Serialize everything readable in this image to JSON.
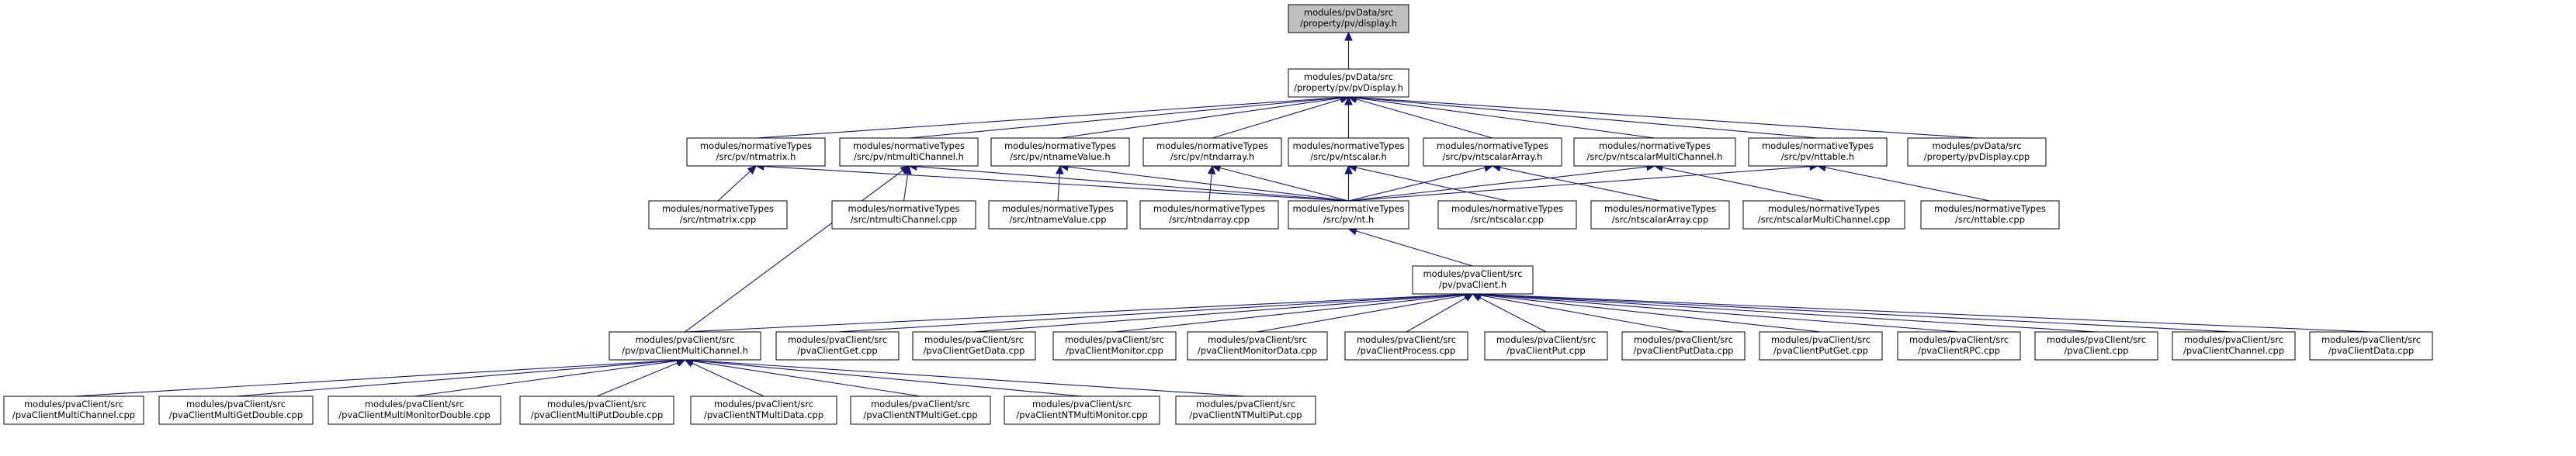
{
  "colors": {
    "node_fill": "#ffffff",
    "node_border": "#000000",
    "root_fill": "#bfbfbf",
    "edge": "#191970"
  },
  "nodes": {
    "display_h": {
      "line1": "modules/pvData/src",
      "line2": "/property/pv/display.h"
    },
    "pvDisplay_h": {
      "line1": "modules/pvData/src",
      "line2": "/property/pv/pvDisplay.h"
    },
    "ntmatrix_h": {
      "line1": "modules/normativeTypes",
      "line2": "/src/pv/ntmatrix.h"
    },
    "ntmultiChannel_h": {
      "line1": "modules/normativeTypes",
      "line2": "/src/pv/ntmultiChannel.h"
    },
    "ntnameValue_h": {
      "line1": "modules/normativeTypes",
      "line2": "/src/pv/ntnameValue.h"
    },
    "ntndarray_h": {
      "line1": "modules/normativeTypes",
      "line2": "/src/pv/ntndarray.h"
    },
    "ntscalar_h": {
      "line1": "modules/normativeTypes",
      "line2": "/src/pv/ntscalar.h"
    },
    "ntscalarArray_h": {
      "line1": "modules/normativeTypes",
      "line2": "/src/pv/ntscalarArray.h"
    },
    "ntscalarMultiChannel_h": {
      "line1": "modules/normativeTypes",
      "line2": "/src/pv/ntscalarMultiChannel.h"
    },
    "nttable_h": {
      "line1": "modules/normativeTypes",
      "line2": "/src/pv/nttable.h"
    },
    "pvDisplay_cpp": {
      "line1": "modules/pvData/src",
      "line2": "/property/pvDisplay.cpp"
    },
    "ntmatrix_cpp": {
      "line1": "modules/normativeTypes",
      "line2": "/src/ntmatrix.cpp"
    },
    "ntmultiChannel_cpp": {
      "line1": "modules/normativeTypes",
      "line2": "/src/ntmultiChannel.cpp"
    },
    "ntnameValue_cpp": {
      "line1": "modules/normativeTypes",
      "line2": "/src/ntnameValue.cpp"
    },
    "ntndarray_cpp": {
      "line1": "modules/normativeTypes",
      "line2": "/src/ntndarray.cpp"
    },
    "nt_h": {
      "line1": "modules/normativeTypes",
      "line2": "/src/pv/nt.h"
    },
    "ntscalar_cpp": {
      "line1": "modules/normativeTypes",
      "line2": "/src/ntscalar.cpp"
    },
    "ntscalarArray_cpp": {
      "line1": "modules/normativeTypes",
      "line2": "/src/ntscalarArray.cpp"
    },
    "ntscalarMultiChannel_cpp": {
      "line1": "modules/normativeTypes",
      "line2": "/src/ntscalarMultiChannel.cpp"
    },
    "nttable_cpp": {
      "line1": "modules/normativeTypes",
      "line2": "/src/nttable.cpp"
    },
    "pvaClient_h": {
      "line1": "modules/pvaClient/src",
      "line2": "/pv/pvaClient.h"
    },
    "pvaClientMultiChannel_h": {
      "line1": "modules/pvaClient/src",
      "line2": "/pv/pvaClientMultiChannel.h"
    },
    "pvaClientGet_cpp": {
      "line1": "modules/pvaClient/src",
      "line2": "/pvaClientGet.cpp"
    },
    "pvaClientGetData_cpp": {
      "line1": "modules/pvaClient/src",
      "line2": "/pvaClientGetData.cpp"
    },
    "pvaClientMonitor_cpp": {
      "line1": "modules/pvaClient/src",
      "line2": "/pvaClientMonitor.cpp"
    },
    "pvaClientMonitorData_cpp": {
      "line1": "modules/pvaClient/src",
      "line2": "/pvaClientMonitorData.cpp"
    },
    "pvaClientProcess_cpp": {
      "line1": "modules/pvaClient/src",
      "line2": "/pvaClientProcess.cpp"
    },
    "pvaClientPut_cpp": {
      "line1": "modules/pvaClient/src",
      "line2": "/pvaClientPut.cpp"
    },
    "pvaClientPutData_cpp": {
      "line1": "modules/pvaClient/src",
      "line2": "/pvaClientPutData.cpp"
    },
    "pvaClientPutGet_cpp": {
      "line1": "modules/pvaClient/src",
      "line2": "/pvaClientPutGet.cpp"
    },
    "pvaClientRPC_cpp": {
      "line1": "modules/pvaClient/src",
      "line2": "/pvaClientRPC.cpp"
    },
    "pvaClient_cpp": {
      "line1": "modules/pvaClient/src",
      "line2": "/pvaClient.cpp"
    },
    "pvaClientChannel_cpp": {
      "line1": "modules/pvaClient/src",
      "line2": "/pvaClientChannel.cpp"
    },
    "pvaClientData_cpp": {
      "line1": "modules/pvaClient/src",
      "line2": "/pvaClientData.cpp"
    },
    "pvaClientMultiChannel_cpp": {
      "line1": "modules/pvaClient/src",
      "line2": "/pvaClientMultiChannel.cpp"
    },
    "pvaClientMultiGetDouble_cpp": {
      "line1": "modules/pvaClient/src",
      "line2": "/pvaClientMultiGetDouble.cpp"
    },
    "pvaClientMultiMonitorDouble_cpp": {
      "line1": "modules/pvaClient/src",
      "line2": "/pvaClientMultiMonitorDouble.cpp"
    },
    "pvaClientMultiPutDouble_cpp": {
      "line1": "modules/pvaClient/src",
      "line2": "/pvaClientMultiPutDouble.cpp"
    },
    "pvaClientNTMultiData_cpp": {
      "line1": "modules/pvaClient/src",
      "line2": "/pvaClientNTMultiData.cpp"
    },
    "pvaClientNTMultiGet_cpp": {
      "line1": "modules/pvaClient/src",
      "line2": "/pvaClientNTMultiGet.cpp"
    },
    "pvaClientNTMultiMonitor_cpp": {
      "line1": "modules/pvaClient/src",
      "line2": "/pvaClientNTMultiMonitor.cpp"
    },
    "pvaClientNTMultiPut_cpp": {
      "line1": "modules/pvaClient/src",
      "line2": "/pvaClientNTMultiPut.cpp"
    }
  },
  "edges": [
    [
      "pvDisplay_h",
      "display_h"
    ],
    [
      "ntmatrix_h",
      "pvDisplay_h"
    ],
    [
      "ntmultiChannel_h",
      "pvDisplay_h"
    ],
    [
      "ntnameValue_h",
      "pvDisplay_h"
    ],
    [
      "ntndarray_h",
      "pvDisplay_h"
    ],
    [
      "ntscalar_h",
      "pvDisplay_h"
    ],
    [
      "ntscalarArray_h",
      "pvDisplay_h"
    ],
    [
      "ntscalarMultiChannel_h",
      "pvDisplay_h"
    ],
    [
      "nttable_h",
      "pvDisplay_h"
    ],
    [
      "pvDisplay_cpp",
      "pvDisplay_h"
    ],
    [
      "nt_h",
      "pvDisplay_h"
    ],
    [
      "ntmatrix_cpp",
      "ntmatrix_h"
    ],
    [
      "nt_h",
      "ntmatrix_h"
    ],
    [
      "ntmultiChannel_cpp",
      "ntmultiChannel_h"
    ],
    [
      "nt_h",
      "ntmultiChannel_h"
    ],
    [
      "pvaClientMultiChannel_h",
      "ntmultiChannel_h"
    ],
    [
      "ntnameValue_cpp",
      "ntnameValue_h"
    ],
    [
      "nt_h",
      "ntnameValue_h"
    ],
    [
      "ntndarray_cpp",
      "ntndarray_h"
    ],
    [
      "nt_h",
      "ntndarray_h"
    ],
    [
      "nt_h",
      "ntscalar_h"
    ],
    [
      "ntscalar_cpp",
      "ntscalar_h"
    ],
    [
      "nt_h",
      "ntscalarArray_h"
    ],
    [
      "ntscalarArray_cpp",
      "ntscalarArray_h"
    ],
    [
      "nt_h",
      "ntscalarMultiChannel_h"
    ],
    [
      "ntscalarMultiChannel_cpp",
      "ntscalarMultiChannel_h"
    ],
    [
      "nt_h",
      "nttable_h"
    ],
    [
      "nttable_cpp",
      "nttable_h"
    ],
    [
      "pvaClient_h",
      "nt_h"
    ],
    [
      "pvaClientMultiChannel_h",
      "pvaClient_h"
    ],
    [
      "pvaClientGet_cpp",
      "pvaClient_h"
    ],
    [
      "pvaClientGetData_cpp",
      "pvaClient_h"
    ],
    [
      "pvaClientMonitor_cpp",
      "pvaClient_h"
    ],
    [
      "pvaClientMonitorData_cpp",
      "pvaClient_h"
    ],
    [
      "pvaClientProcess_cpp",
      "pvaClient_h"
    ],
    [
      "pvaClientPut_cpp",
      "pvaClient_h"
    ],
    [
      "pvaClientPutData_cpp",
      "pvaClient_h"
    ],
    [
      "pvaClientPutGet_cpp",
      "pvaClient_h"
    ],
    [
      "pvaClientRPC_cpp",
      "pvaClient_h"
    ],
    [
      "pvaClient_cpp",
      "pvaClient_h"
    ],
    [
      "pvaClientChannel_cpp",
      "pvaClient_h"
    ],
    [
      "pvaClientData_cpp",
      "pvaClient_h"
    ],
    [
      "pvaClientMultiChannel_cpp",
      "pvaClientMultiChannel_h"
    ],
    [
      "pvaClientMultiGetDouble_cpp",
      "pvaClientMultiChannel_h"
    ],
    [
      "pvaClientMultiMonitorDouble_cpp",
      "pvaClientMultiChannel_h"
    ],
    [
      "pvaClientMultiPutDouble_cpp",
      "pvaClientMultiChannel_h"
    ],
    [
      "pvaClientNTMultiData_cpp",
      "pvaClientMultiChannel_h"
    ],
    [
      "pvaClientNTMultiGet_cpp",
      "pvaClientMultiChannel_h"
    ],
    [
      "pvaClientNTMultiMonitor_cpp",
      "pvaClientMultiChannel_h"
    ],
    [
      "pvaClientNTMultiPut_cpp",
      "pvaClientMultiChannel_h"
    ]
  ]
}
